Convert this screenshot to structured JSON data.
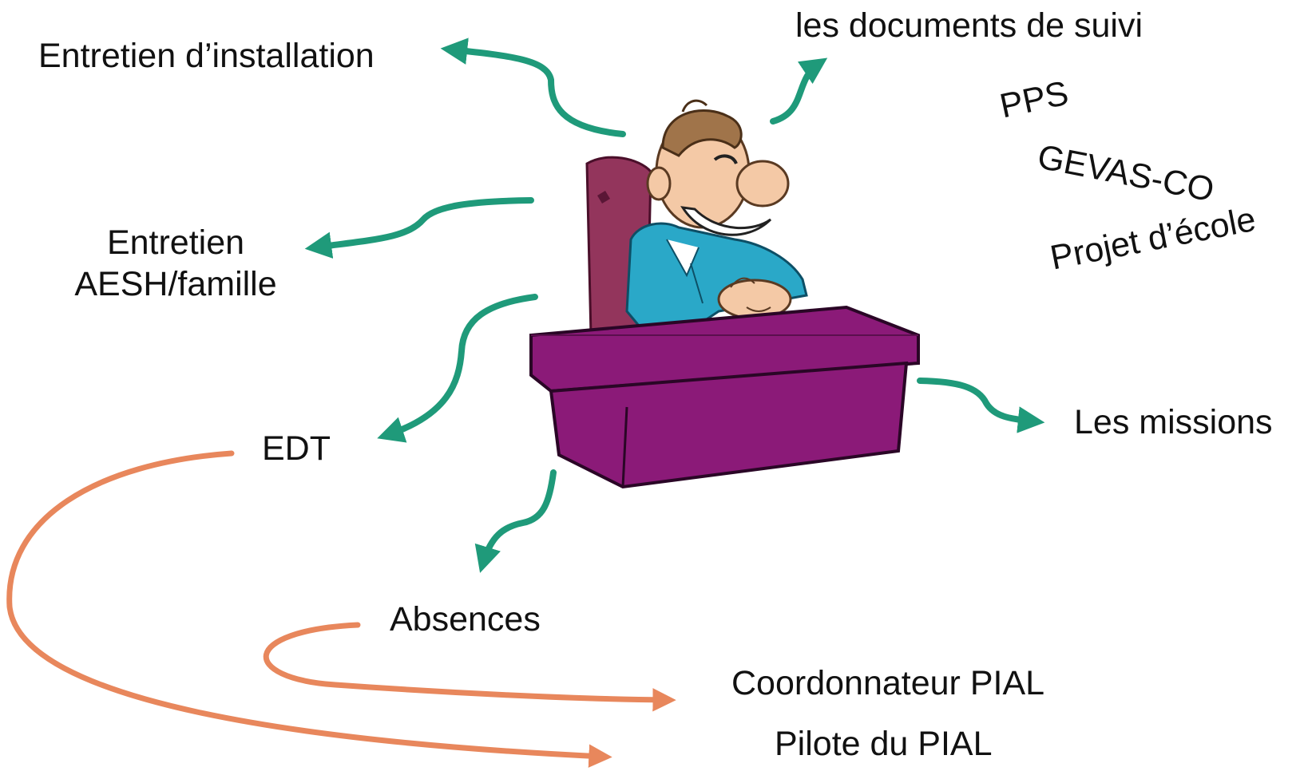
{
  "colors": {
    "green_arrow": "#1f9a7a",
    "orange_arrow": "#e8875c",
    "desk": "#8b1a78",
    "chair": "#93355c",
    "shirt": "#2aa8c8"
  },
  "labels": {
    "entretien_installation": "Entretien d’installation",
    "documents_suivi": "les documents de suivi",
    "pps": "PPS",
    "gevas": "GEVAS-CO",
    "projet_ecole": "Projet d’école",
    "entretien_aesh_1": "Entretien",
    "entretien_aesh_2": "AESH/famille",
    "edt": "EDT",
    "les_missions": "Les missions",
    "absences": "Absences",
    "coordonnateur": "Coordonnateur PIAL",
    "pilote": "Pilote du PIAL"
  },
  "illustration": {
    "icon": "cartoon-man-at-desk-icon"
  }
}
